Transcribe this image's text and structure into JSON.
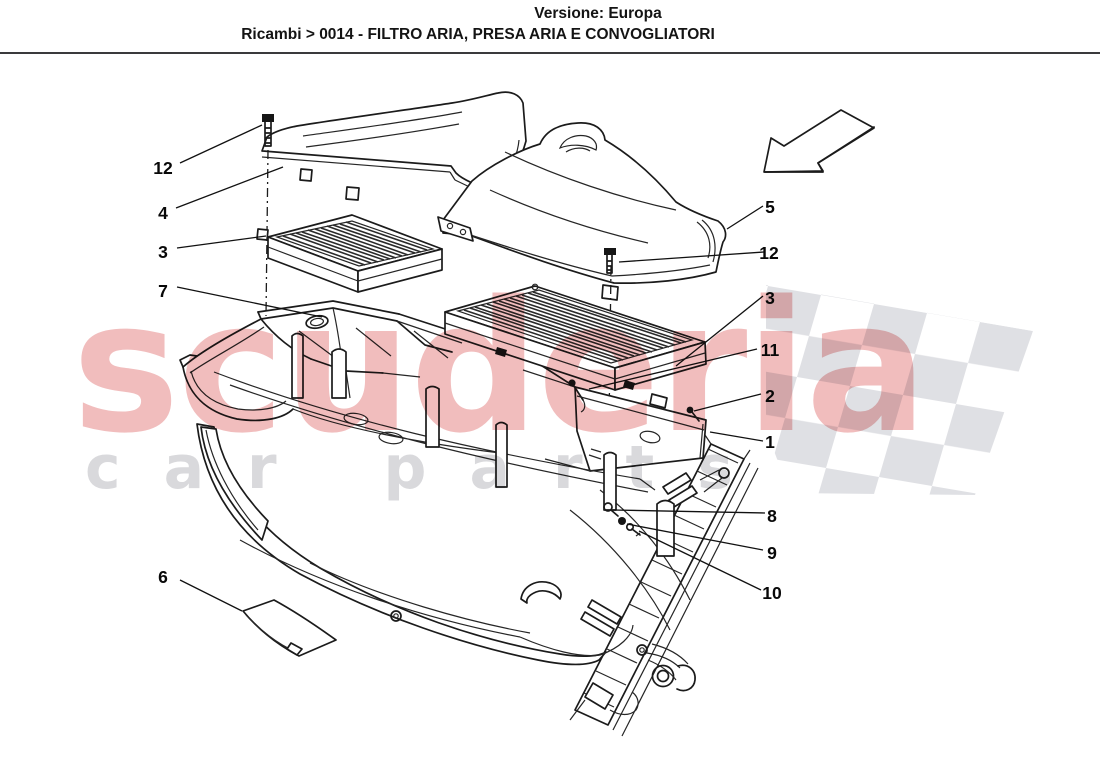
{
  "header": {
    "version_label": "Versione: Europa",
    "breadcrumb": "Ricambi > 0014 - FILTRO ARIA, PRESA ARIA E CONVOGLIATORI"
  },
  "watermark": {
    "brand": "scuderia",
    "sub": "car parts",
    "brand_color": "#f1bdbd",
    "sub_color": "#d9d9dc"
  },
  "flag": {
    "cell_color": "#dfe0e4"
  },
  "callouts": [
    {
      "label": "12",
      "side": "left"
    },
    {
      "label": "4",
      "side": "left"
    },
    {
      "label": "3",
      "side": "left"
    },
    {
      "label": "7",
      "side": "left"
    },
    {
      "label": "6",
      "side": "left"
    },
    {
      "label": "5",
      "side": "right"
    },
    {
      "label": "12",
      "side": "right"
    },
    {
      "label": "3",
      "side": "right"
    },
    {
      "label": "11",
      "side": "right"
    },
    {
      "label": "2",
      "side": "right"
    },
    {
      "label": "1",
      "side": "right"
    },
    {
      "label": "8",
      "side": "right"
    },
    {
      "label": "9",
      "side": "right"
    },
    {
      "label": "10",
      "side": "right"
    }
  ]
}
